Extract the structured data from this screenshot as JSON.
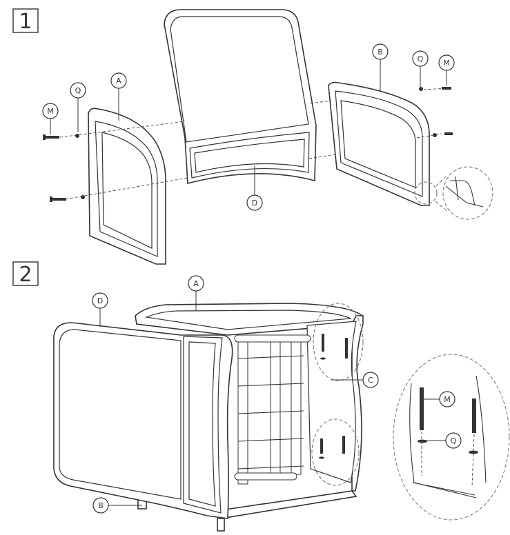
{
  "steps": [
    {
      "label": "1"
    },
    {
      "label": "2"
    }
  ],
  "callouts": {
    "A": "A",
    "B": "B",
    "C": "C",
    "D": "D",
    "M": "M",
    "Q": "Q"
  },
  "icons": {
    "bolt": "bolt-icon",
    "washer": "washer-icon"
  }
}
